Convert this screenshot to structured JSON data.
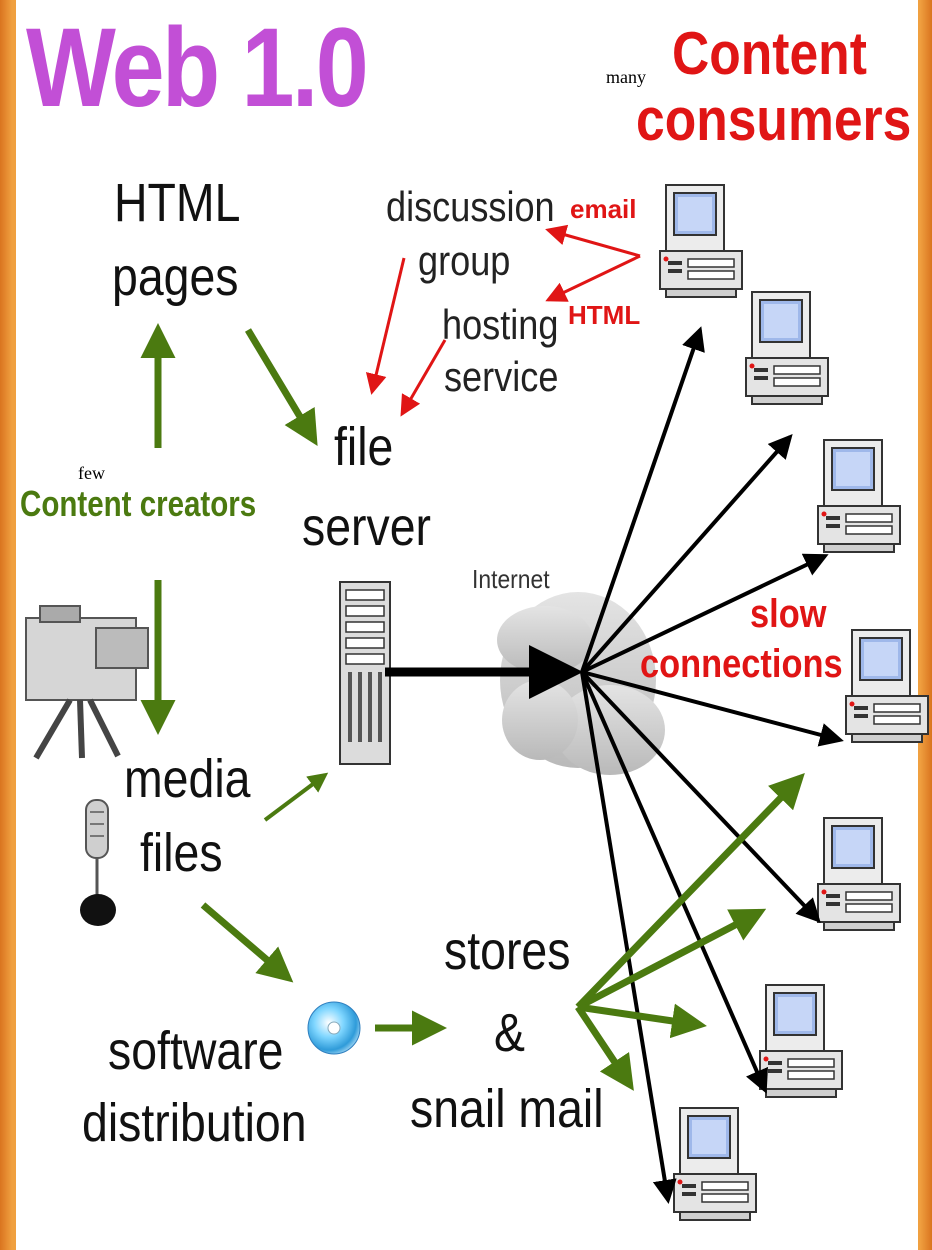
{
  "title": "Web 1.0",
  "consumers": {
    "qualifier": "many",
    "line1": "Content",
    "line2": "consumers"
  },
  "creators": {
    "qualifier": "few",
    "label": "Content creators"
  },
  "html_pages": {
    "line1": "HTML",
    "line2": "pages"
  },
  "discussion_group": {
    "line1": "discussion",
    "line2": "group"
  },
  "hosting_service": {
    "line1": "hosting",
    "line2": "service"
  },
  "email_label": "email",
  "html_label": "HTML",
  "file_server": {
    "line1": "file",
    "line2": "server"
  },
  "internet_label": "Internet",
  "slow_connections": {
    "line1": "slow",
    "line2": "connections"
  },
  "media_files": {
    "line1": "media",
    "line2": "files"
  },
  "software_distribution": {
    "line1": "software",
    "line2": "distribution"
  },
  "stores": {
    "line1": "stores",
    "line2": "&",
    "line3": "snail mail"
  },
  "colors": {
    "title": "#c24fd6",
    "red": "#e01515",
    "green": "#4b7a10",
    "background": "#e8862a"
  }
}
